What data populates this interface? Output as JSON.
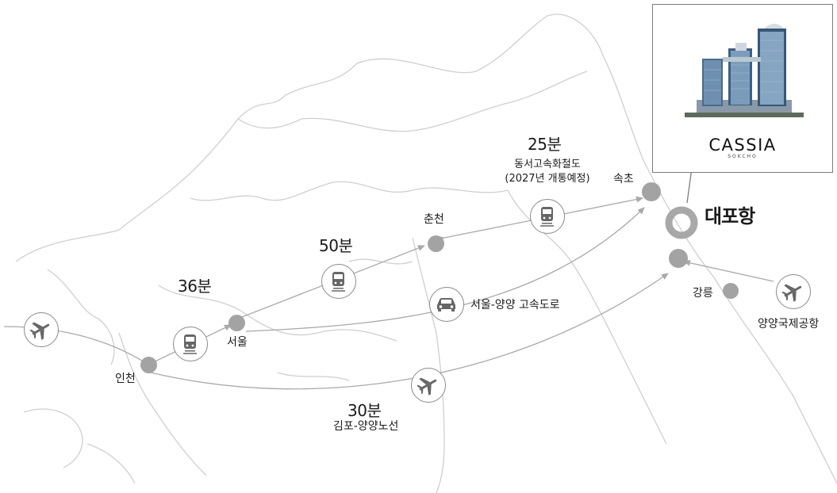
{
  "map": {
    "cities": {
      "incheon": "인천",
      "seoul": "서울",
      "chuncheon": "춘천",
      "sokcho": "속초",
      "gangneung": "강릉",
      "yangyang_airport": "양양국제공항",
      "daepohang": "대포항"
    },
    "times": {
      "seoul_train": "36분",
      "chuncheon_train": "50분",
      "donghae_rail": "25분",
      "gimpo_flight": "30분"
    },
    "routes": {
      "donghae_rail_name": "동서고속화철도",
      "donghae_rail_note": "(2027년 개통예정)",
      "expressway": "서울-양양 고속도로",
      "gimpo_line": "김포-양양노선"
    },
    "popup": {
      "brand": "CASSIA",
      "brand_sub": "SOKCHO"
    },
    "icons": [
      "airplane-icon",
      "train-icon",
      "car-icon"
    ],
    "colors": {
      "land_border": "#cfcfcf",
      "route_line": "#a9a9a9",
      "dot": "#a3a3a3",
      "hub_ring": "#a8a8a8"
    }
  }
}
